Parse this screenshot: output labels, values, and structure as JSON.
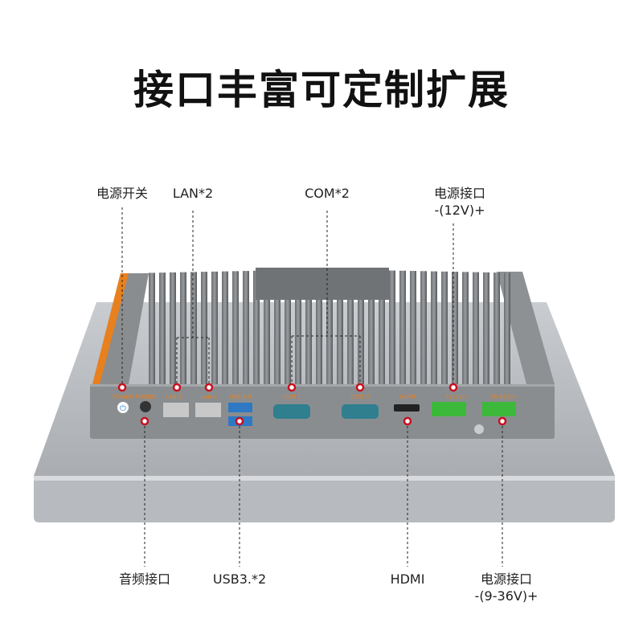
{
  "title": "接口丰富可定制扩展",
  "callouts_top": [
    {
      "label": "电源开关"
    },
    {
      "label": "LAN*2"
    },
    {
      "label": "COM*2"
    },
    {
      "label": "电源接口",
      "sub": "-(12V)+"
    }
  ],
  "callouts_bottom": [
    {
      "label": "音频接口"
    },
    {
      "label": "USB3.*2"
    },
    {
      "label": "HDMI"
    },
    {
      "label": "电源接口",
      "sub": "-(9-36V)+"
    }
  ],
  "port_labels": {
    "power": "POWER",
    "phone": "PHONE",
    "lan1": "LAN 1",
    "lan2": "LAN 2",
    "usb": "USB 3.0",
    "com1": "COM 1",
    "com2": "COM 2",
    "hdmi": "HDMI",
    "dc12": "+(12V)-",
    "dc936": "-(9-36V)+"
  },
  "colors": {
    "accent": "#e8801e",
    "marker": "#c8101e",
    "connector": "#3cb83a",
    "com": "#2f7f8f"
  }
}
